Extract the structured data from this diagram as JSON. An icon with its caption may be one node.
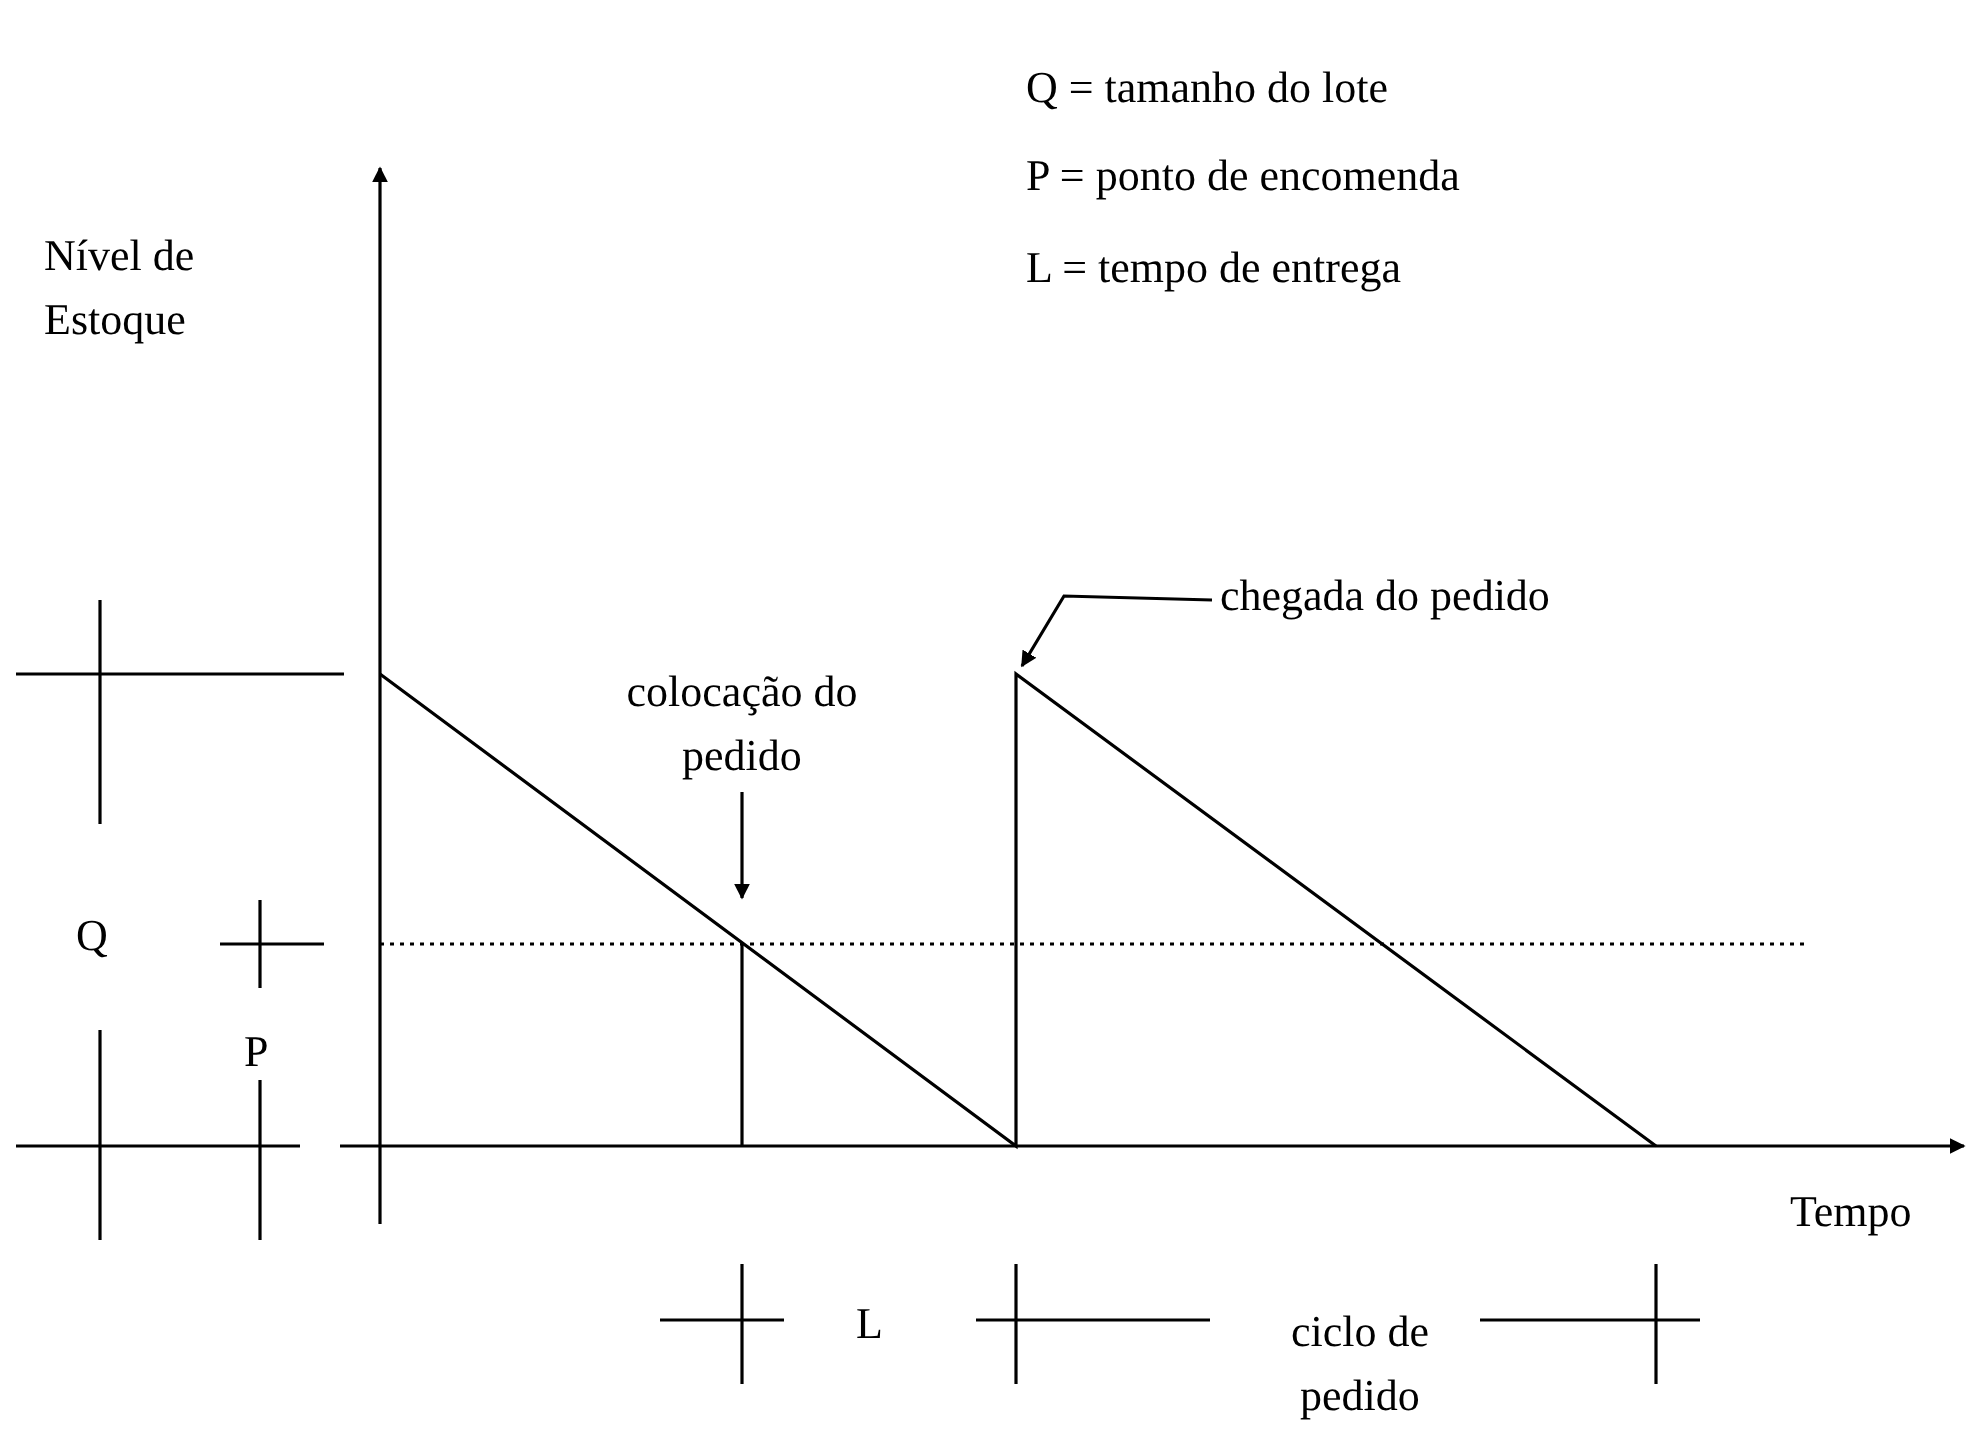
{
  "diagram": {
    "nodes": [
      {
        "text": [
          "colocação do pedido"
        ]
      },
      {
        "text": [
          "chegada do pedido"
        ]
      }
    ],
    "edges": [
      {
        "from": 0,
        "to": null,
        "arrow": "to"
      },
      {
        "from": 1,
        "to": null,
        "arrow": "to"
      }
    ],
    "labels": [
      "Q = tamanho do lote",
      "P = ponto de encomenda",
      "L = tempo de entrega",
      "Nível de Estoque",
      "Q",
      "P",
      "Tempo",
      "L",
      "ciclo de pedido"
    ]
  }
}
